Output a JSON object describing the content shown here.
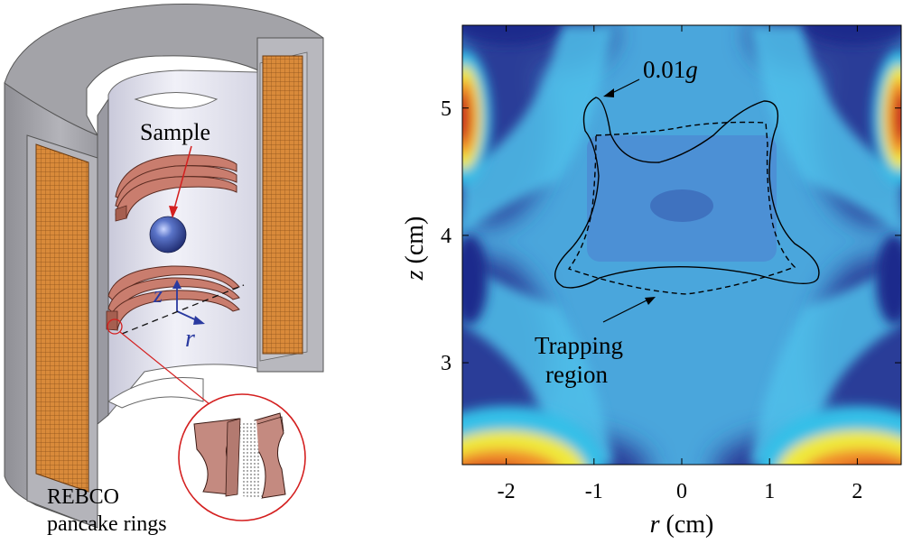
{
  "diagram": {
    "labels": {
      "sample": "Sample",
      "rebco_line1": "REBCO",
      "rebco_line2": "pancake rings",
      "z_axis": "z",
      "r_axis": "r"
    },
    "colors": {
      "housing": "#a9a9ad",
      "housing_top": "#9c9ca0",
      "bore": "#e6e6f2",
      "coil": "#d98a3a",
      "rings": "#c97d6e",
      "sample_sphere": "#3a53a8",
      "callout": "#d42020"
    }
  },
  "chart_data": {
    "type": "heatmap",
    "xlabel_var": "r",
    "xlabel_unit": " (cm)",
    "ylabel_var": "z",
    "ylabel_unit": " (cm)",
    "xlim": [
      -2.5,
      2.5
    ],
    "ylim": [
      2.2,
      5.65
    ],
    "xticks": [
      -2,
      -1,
      0,
      1,
      2
    ],
    "yticks": [
      3,
      4,
      5
    ],
    "annotations": {
      "contour_label_num": "0.01",
      "contour_label_var": "g",
      "trap_line1": "Trapping",
      "trap_line2": "region"
    },
    "colors": {
      "background": "#4aa6dc",
      "low": "#3350a8",
      "mid_low": "#3f7fc8",
      "trap_inner": "#4d8ed4",
      "trap_core": "#3f72bf",
      "cyan": "#34c0e8",
      "yellow": "#f0e83a",
      "orange": "#f08a2a",
      "red": "#c61e1e",
      "dark_blue": "#1c2a8c"
    }
  }
}
